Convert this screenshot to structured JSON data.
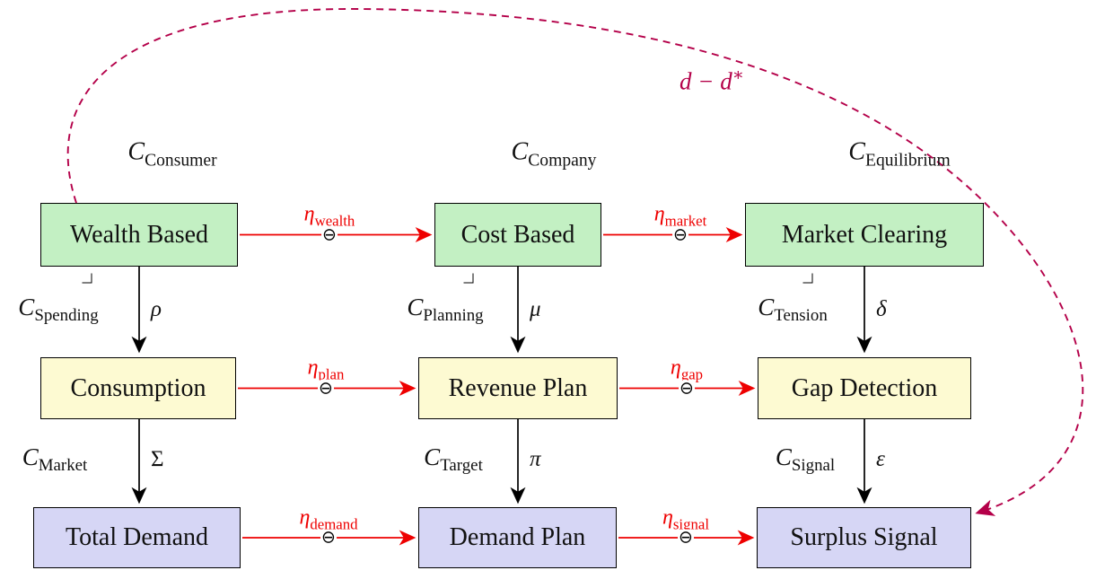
{
  "colors": {
    "row1_fill": "#c3f0c3",
    "row2_fill": "#fdfad2",
    "row3_fill": "#d6d6f5",
    "arrow_red": "#ee0000",
    "arrow_black": "#000000",
    "feedback_purple": "#b40049",
    "box_border": "#000000"
  },
  "categories": {
    "consumer": {
      "letter": "C",
      "sub": "Consumer"
    },
    "company": {
      "letter": "C",
      "sub": "Company"
    },
    "equilibrium": {
      "letter": "C",
      "sub": "Equilibrium"
    }
  },
  "nodes": {
    "wealth": "Wealth Based",
    "cost": "Cost Based",
    "market_clearing": "Market Clearing",
    "consumption": "Consumption",
    "revenue_plan": "Revenue Plan",
    "gap_detection": "Gap Detection",
    "total_demand": "Total Demand",
    "demand_plan": "Demand Plan",
    "surplus_signal": "Surplus Signal"
  },
  "h_arrows": {
    "wealth": {
      "eta": "η",
      "sub": "wealth",
      "op": "⊖"
    },
    "market": {
      "eta": "η",
      "sub": "market",
      "op": "⊖"
    },
    "plan": {
      "eta": "η",
      "sub": "plan",
      "op": "⊖"
    },
    "gap": {
      "eta": "η",
      "sub": "gap",
      "op": "⊖"
    },
    "demand": {
      "eta": "η",
      "sub": "demand",
      "op": "⊖"
    },
    "signal": {
      "eta": "η",
      "sub": "signal",
      "op": "⊖"
    }
  },
  "v_arrows": {
    "rho": {
      "greek": "ρ",
      "cat_letter": "C",
      "cat_sub": "Spending"
    },
    "mu": {
      "greek": "μ",
      "cat_letter": "C",
      "cat_sub": "Planning"
    },
    "delta": {
      "greek": "δ",
      "cat_letter": "C",
      "cat_sub": "Tension"
    },
    "sigma": {
      "greek": "Σ",
      "cat_letter": "C",
      "cat_sub": "Market"
    },
    "pi": {
      "greek": "π",
      "cat_letter": "C",
      "cat_sub": "Target"
    },
    "epsilon": {
      "greek": "ε",
      "cat_letter": "C",
      "cat_sub": "Signal"
    }
  },
  "feedback": {
    "label": "d − d",
    "sup": "∗"
  }
}
